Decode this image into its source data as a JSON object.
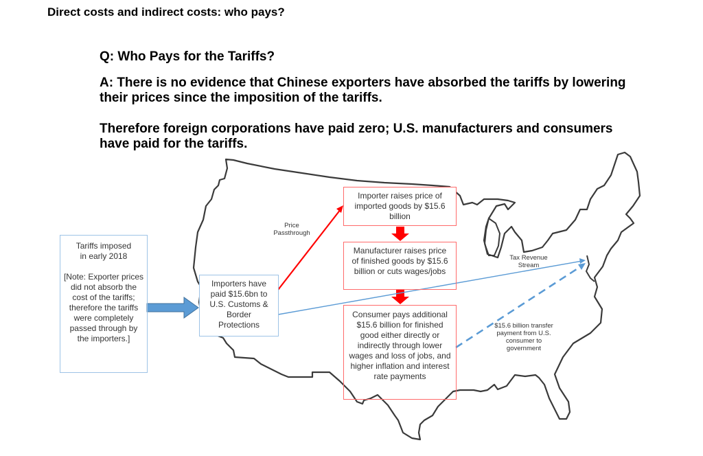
{
  "page": {
    "title": "Direct costs and indirect costs: who pays?",
    "question": "Q: Who Pays for the Tariffs?",
    "answer": "A: There is no evidence that Chinese exporters have absorbed the tariffs by lowering their prices since the imposition of the tariffs.",
    "therefore": "Therefore foreign corporations have paid zero; U.S. manufacturers and consumers have paid for the tariffs."
  },
  "diagram": {
    "tariff_box": {
      "line1": "Tariffs imposed in early 2018",
      "note": "[Note: Exporter prices did not absorb the cost of the tariffs; therefore the tariffs were completely passed through by the importers.]"
    },
    "importers_box": "Importers have paid $15.6bn to U.S. Customs & Border Protections",
    "importer_raises_box": "Importer raises price of imported goods by $15.6 billion",
    "manufacturer_box": "Manufacturer raises price of finished goods by $15.6 billion or cuts wages/jobs",
    "consumer_box": "Consumer pays additional $15.6 billion for finished good either directly or indirectly through lower wages and loss of jobs, and higher inflation and interest rate payments",
    "labels": {
      "price_passthrough": "Price Passthrough",
      "tax_revenue": "Tax Revenue Stream",
      "transfer": "$15.6 billion transfer payment from U.S. consumer to government"
    },
    "colors": {
      "blue_box_border": "#9dc3e6",
      "red_box_border": "#ff6a6a",
      "red_arrow": "#ff0000",
      "blue_arrow": "#5b9bd5",
      "thin_blue_line": "#5b9bd5",
      "map_outline": "#3a3a3a"
    }
  }
}
